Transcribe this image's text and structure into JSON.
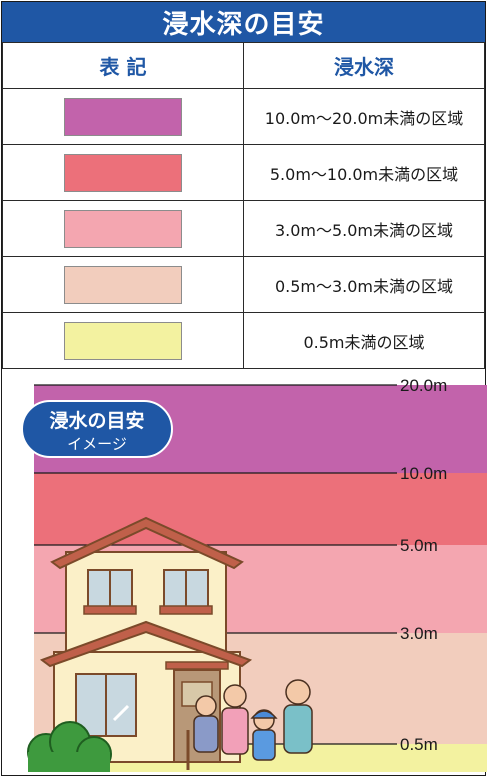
{
  "title": "浸水深の目安",
  "table": {
    "headers": {
      "symbol": "表 記",
      "depth": "浸水深"
    },
    "rows": [
      {
        "color": "#c263ab",
        "label": "10.0m〜20.0m未満の区域"
      },
      {
        "color": "#ec707a",
        "label": "5.0m〜10.0m未満の区域"
      },
      {
        "color": "#f4a6b0",
        "label": "3.0m〜5.0m未満の区域"
      },
      {
        "color": "#f2cdbd",
        "label": "0.5m〜3.0m未満の区域"
      },
      {
        "color": "#f3f2a0",
        "label": "0.5m未満の区域"
      }
    ]
  },
  "illustration": {
    "badge": {
      "line1": "浸水の目安",
      "line2": "イメージ",
      "color": "#1f57a5"
    },
    "levels": [
      {
        "label": "20.0m"
      },
      {
        "label": "10.0m"
      },
      {
        "label": "5.0m"
      },
      {
        "label": "3.0m"
      },
      {
        "label": "0.5m"
      }
    ]
  }
}
